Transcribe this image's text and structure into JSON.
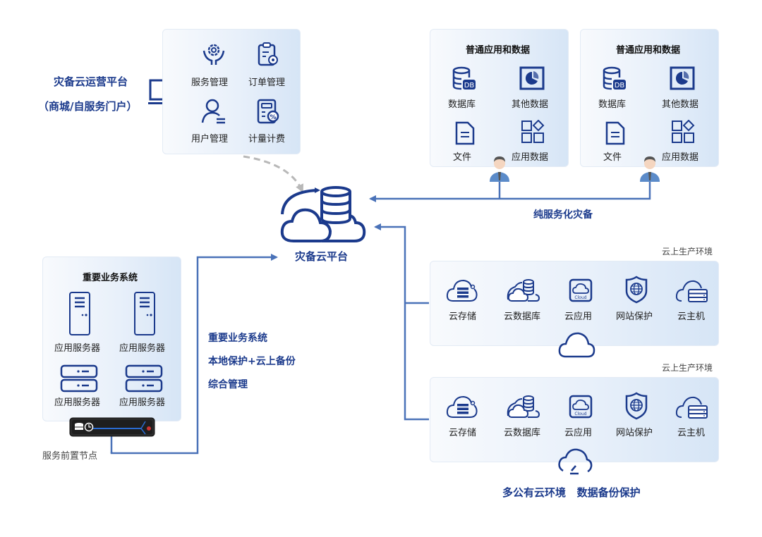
{
  "colors": {
    "accent": "#1b3a8c",
    "connector": "#4a72b8",
    "dashed": "#b8b8b8",
    "panel_start": "#f8fafd",
    "panel_end": "#d6e5f6"
  },
  "ops_platform": {
    "title": "灾备云运营平台",
    "subtitle": "（商城/自服务门户）",
    "icon": "laptop-icon",
    "items": [
      {
        "label": "服务管理",
        "icon": "service-gear-hand-icon"
      },
      {
        "label": "订单管理",
        "icon": "order-clipboard-icon"
      },
      {
        "label": "用户管理",
        "icon": "user-icon"
      },
      {
        "label": "计量计费",
        "icon": "billing-calculator-icon"
      }
    ]
  },
  "app_data_panels": [
    {
      "title": "普通应用和数据",
      "items": [
        {
          "label": "数据库",
          "icon": "database-db-icon"
        },
        {
          "label": "其他数据",
          "icon": "pie-chart-icon"
        },
        {
          "label": "文件",
          "icon": "file-icon"
        },
        {
          "label": "应用数据",
          "icon": "apps-grid-icon"
        }
      ],
      "user_icon": "user-avatar-icon"
    },
    {
      "title": "普通应用和数据",
      "items": [
        {
          "label": "数据库",
          "icon": "database-db-icon"
        },
        {
          "label": "其他数据",
          "icon": "pie-chart-icon"
        },
        {
          "label": "文件",
          "icon": "file-icon"
        },
        {
          "label": "应用数据",
          "icon": "apps-grid-icon"
        }
      ],
      "user_icon": "user-avatar-icon"
    }
  ],
  "center": {
    "label": "灾备云平台",
    "icon": "cloud-database-icon"
  },
  "pure_service_label": "纯服务化灾备",
  "business_system": {
    "title": "重要业务系统",
    "servers": [
      {
        "label": "应用服务器",
        "icon": "tower-server-icon"
      },
      {
        "label": "应用服务器",
        "icon": "tower-server-icon"
      },
      {
        "label": "应用服务器",
        "icon": "rack-server-icon"
      },
      {
        "label": "应用服务器",
        "icon": "rack-server-icon"
      }
    ],
    "node_label": "服务前置节点",
    "node_icon": "appliance-device-icon"
  },
  "middle_notes": [
    "重要业务系统",
    "本地保护+云上备份",
    "综合管理"
  ],
  "cloud_envs": [
    {
      "caption": "云上生产环境",
      "items": [
        {
          "label": "云存储",
          "icon": "cloud-storage-icon"
        },
        {
          "label": "云数据库",
          "icon": "cloud-database-small-icon"
        },
        {
          "label": "云应用",
          "icon": "cloud-app-icon",
          "badge": "Cloud"
        },
        {
          "label": "网站保护",
          "icon": "shield-globe-icon"
        },
        {
          "label": "云主机",
          "icon": "cloud-host-icon"
        }
      ],
      "bottom_icon": "cloud-outline-icon"
    },
    {
      "caption": "云上生产环境",
      "items": [
        {
          "label": "云存储",
          "icon": "cloud-storage-icon"
        },
        {
          "label": "云数据库",
          "icon": "cloud-database-small-icon"
        },
        {
          "label": "云应用",
          "icon": "cloud-app-icon",
          "badge": "Cloud"
        },
        {
          "label": "网站保护",
          "icon": "shield-globe-icon"
        },
        {
          "label": "云主机",
          "icon": "cloud-host-icon"
        }
      ],
      "bottom_icon": "cloud-gauge-icon"
    }
  ],
  "footer_label": "多公有云环境   数据备份保护"
}
